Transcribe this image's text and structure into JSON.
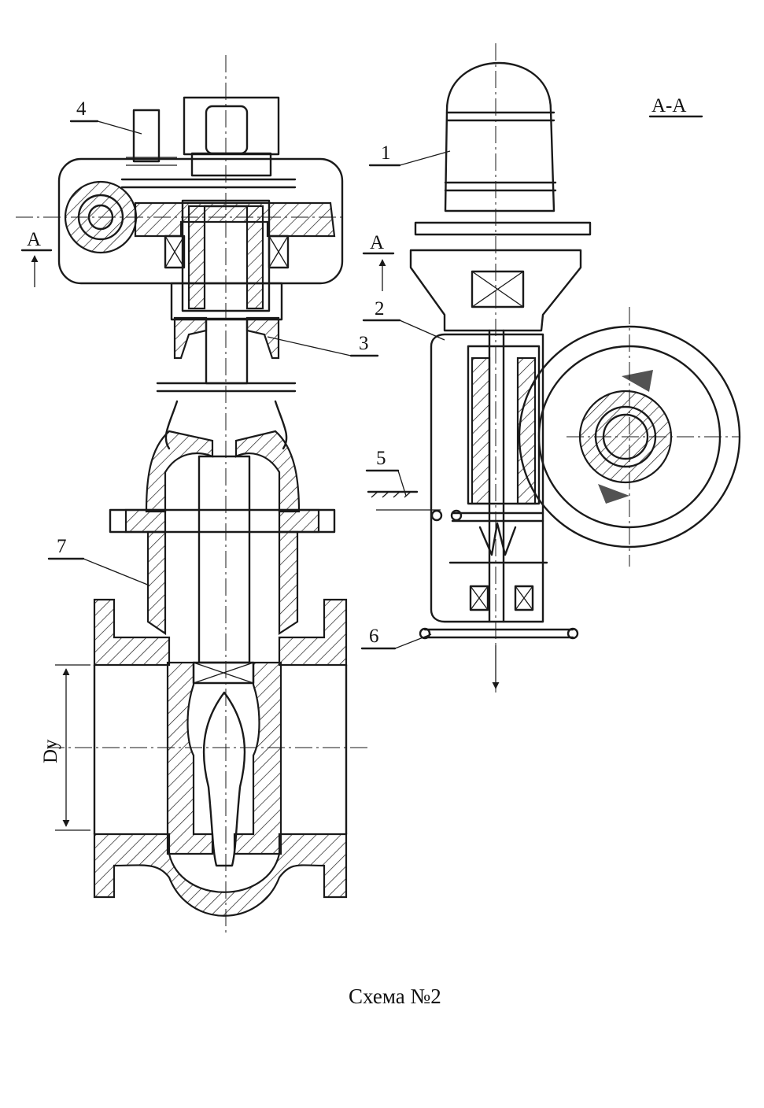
{
  "caption": "Схема №2",
  "section_title": "А-А",
  "section_marks": {
    "left": "А",
    "right": "А"
  },
  "dimension": "Dy",
  "callouts": [
    "1",
    "2",
    "3",
    "4",
    "5",
    "6",
    "7"
  ]
}
